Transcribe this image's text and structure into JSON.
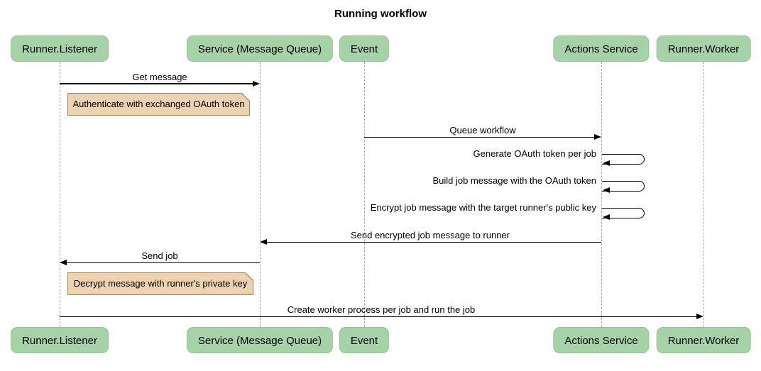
{
  "title": "Running workflow",
  "colors": {
    "actor_fill": "#a5d2a6",
    "note_fill": "#ecd2ae",
    "note_border": "#a9834f",
    "lifeline": "#a6a6a6",
    "arrow": "#000000",
    "background": "#ffffff"
  },
  "participants": [
    {
      "id": "runner-listener",
      "label": "Runner.Listener"
    },
    {
      "id": "service-message-queue",
      "label": "Service (Message Queue)"
    },
    {
      "id": "event",
      "label": "Event"
    },
    {
      "id": "actions-service",
      "label": "Actions Service"
    },
    {
      "id": "runner-worker",
      "label": "Runner.Worker"
    }
  ],
  "messages": [
    {
      "type": "arrow",
      "from": "Runner.Listener",
      "to": "Service (Message Queue)",
      "label": "Get message"
    },
    {
      "type": "note",
      "over": "Runner.Listener",
      "label": "Authenticate with exchanged OAuth token"
    },
    {
      "type": "arrow",
      "from": "Event",
      "to": "Actions Service",
      "label": "Queue workflow"
    },
    {
      "type": "self",
      "on": "Actions Service",
      "label": "Generate OAuth token per job"
    },
    {
      "type": "self",
      "on": "Actions Service",
      "label": "Build job message with the OAuth token"
    },
    {
      "type": "self",
      "on": "Actions Service",
      "label": "Encrypt job message with the target runner's public key"
    },
    {
      "type": "arrow",
      "from": "Actions Service",
      "to": "Service (Message Queue)",
      "label": "Send encrypted job message to runner"
    },
    {
      "type": "arrow",
      "from": "Service (Message Queue)",
      "to": "Runner.Listener",
      "label": "Send job"
    },
    {
      "type": "note",
      "over": "Runner.Listener",
      "label": "Decrypt message with runner's private key"
    },
    {
      "type": "arrow",
      "from": "Runner.Listener",
      "to": "Runner.Worker",
      "label": "Create worker process per job and run the job"
    }
  ]
}
